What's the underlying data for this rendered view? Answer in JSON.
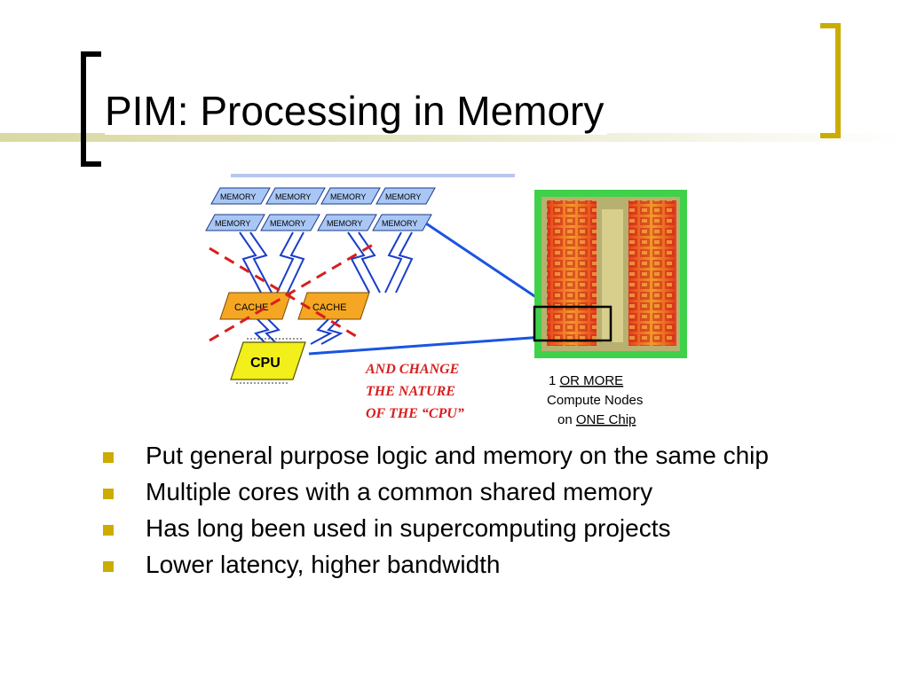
{
  "slide": {
    "title": "PIM: Processing in Memory",
    "bullets": [
      "Put general purpose logic and memory on the same chip",
      "Multiple cores with a common shared memory",
      "Has long been used in supercomputing projects",
      "Lower latency, higher bandwidth"
    ],
    "accent_color": "#ccac00"
  },
  "diagram": {
    "memory_label": "MEMORY",
    "cache_label": "CACHE",
    "cpu_label": "CPU",
    "cpu_caption": [
      "AND CHANGE",
      "THE NATURE",
      "OF THE “CPU”"
    ],
    "chip_caption": {
      "line1_prefix": "1 ",
      "line1_underlined": "OR MORE",
      "line2": "Compute Nodes",
      "line3_prefix": "on ",
      "line3_underlined": "ONE Chip"
    }
  }
}
